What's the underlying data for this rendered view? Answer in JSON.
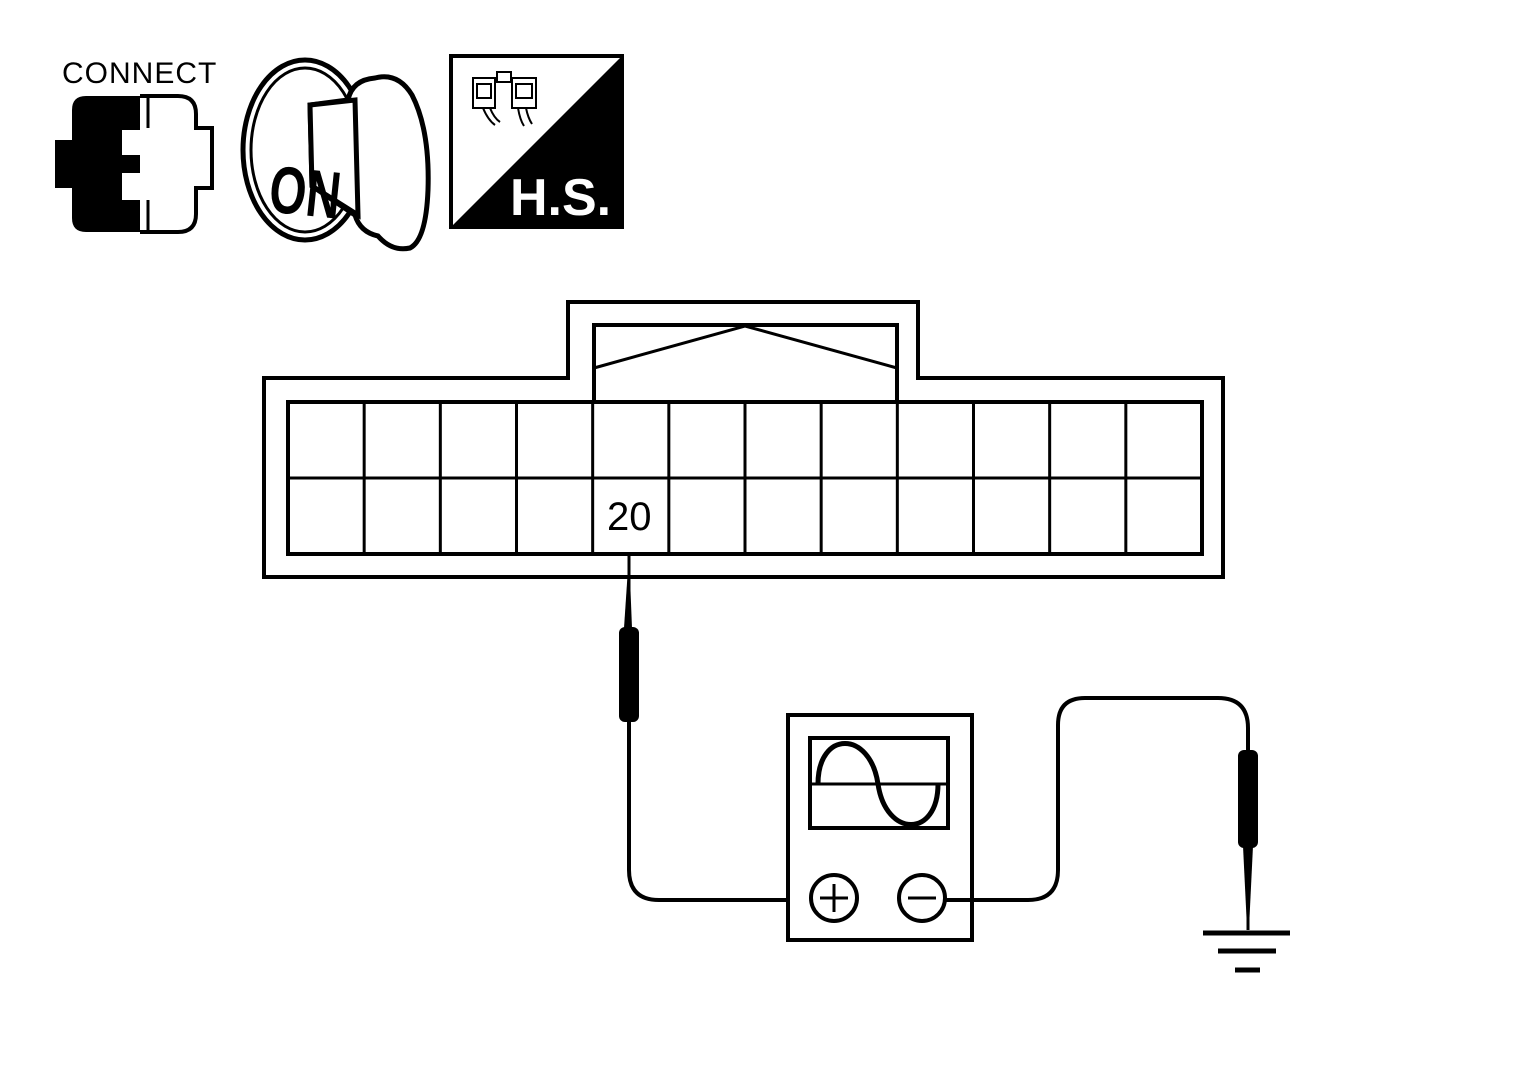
{
  "icons": {
    "connect": {
      "label": "CONNECT",
      "icon": "connector-connected-icon"
    },
    "ignition": {
      "label": "ON",
      "icon": "ignition-key-on-icon"
    },
    "harness": {
      "label": "H.S.",
      "icon": "harness-side-icon"
    }
  },
  "connector": {
    "rows": 2,
    "columns": 12,
    "probed_terminal": "20"
  },
  "instrument": {
    "icon": "oscilloscope-icon",
    "positive": "+",
    "negative": "−"
  },
  "ground": {
    "icon": "ground-symbol-icon"
  },
  "colors": {
    "line": "#000000",
    "background": "#ffffff"
  }
}
